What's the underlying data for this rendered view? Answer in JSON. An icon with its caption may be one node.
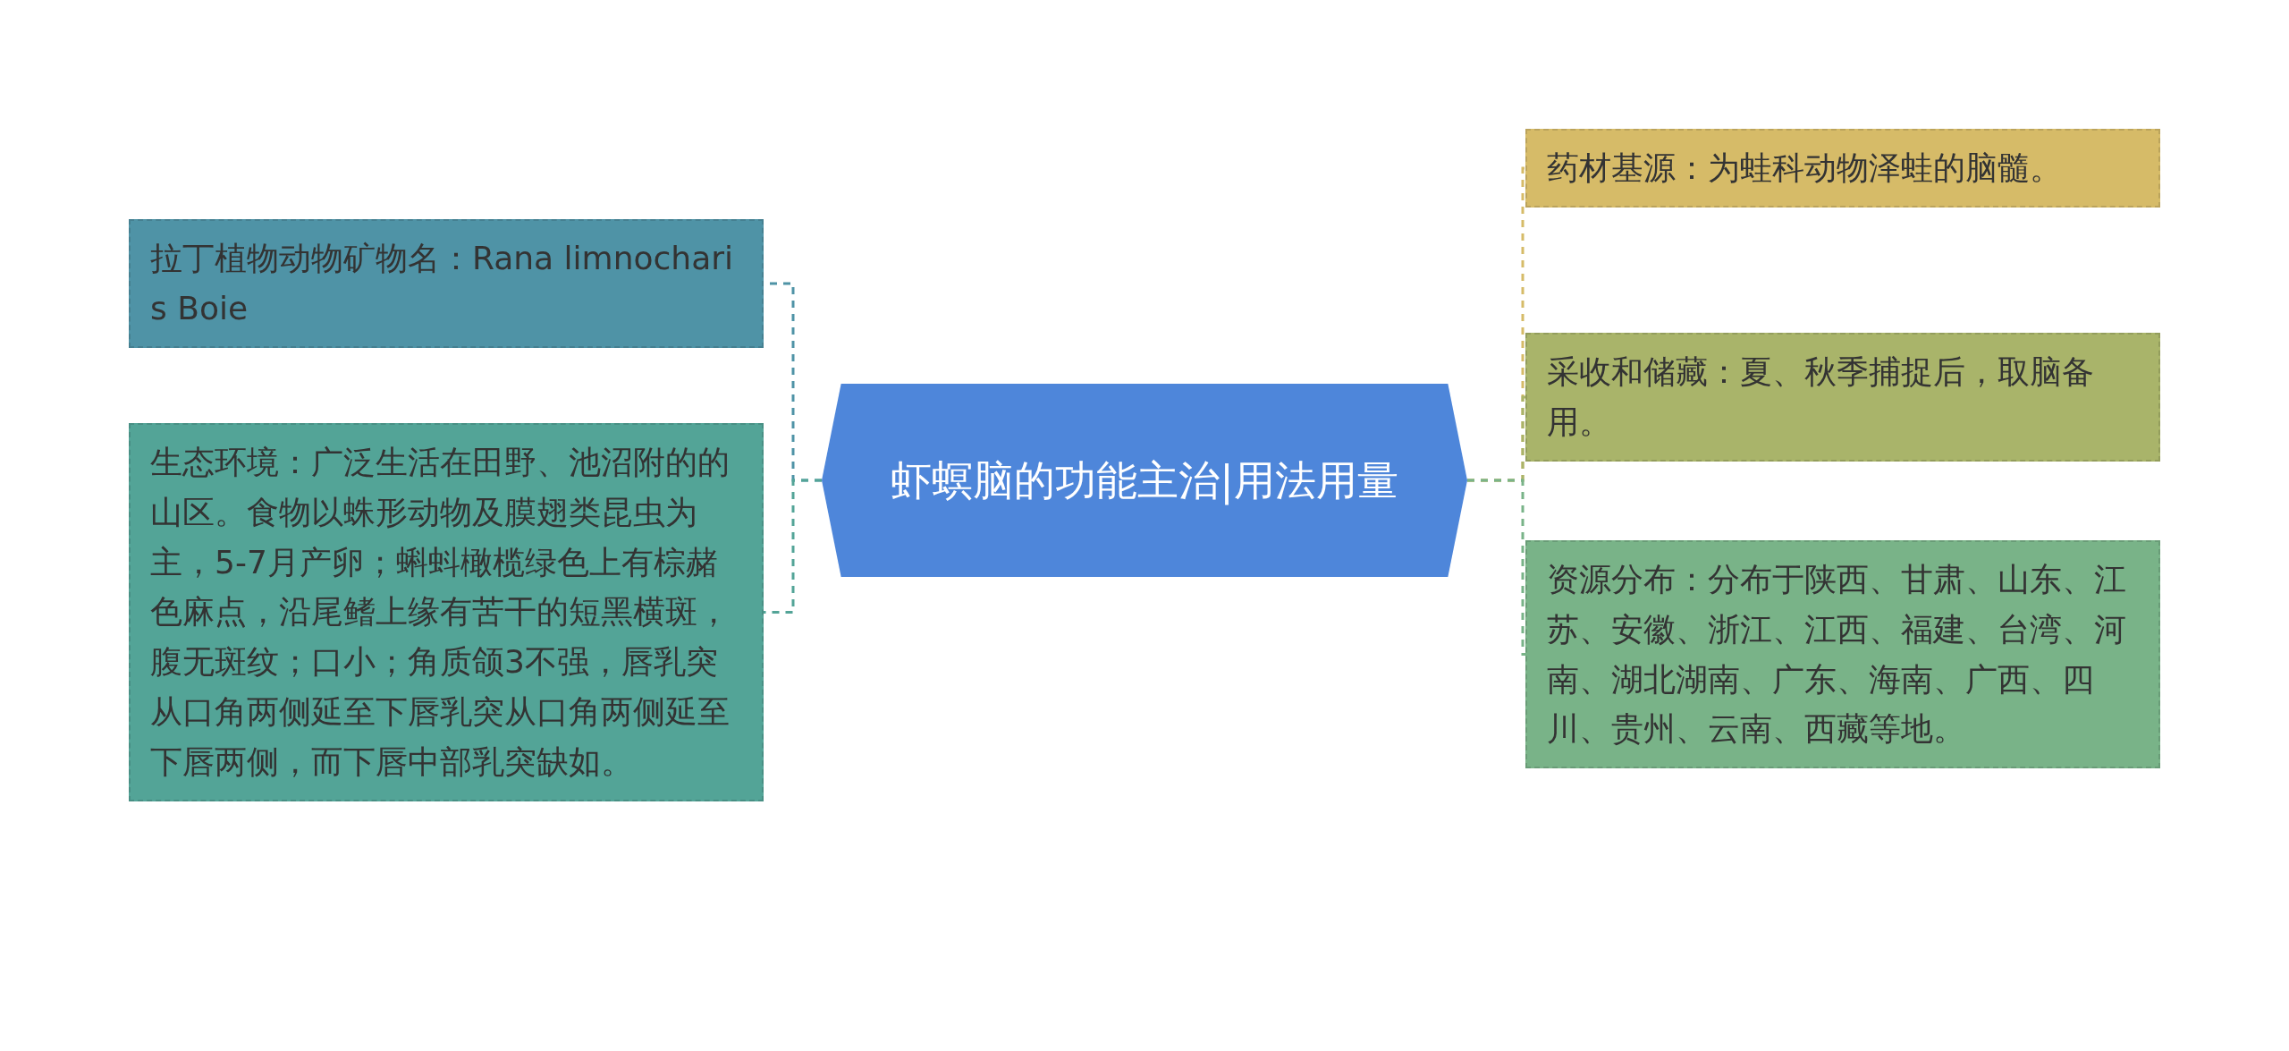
{
  "diagram": {
    "nodes": [
      {
        "text": [
          "虾螟脑的功能主治|用法用量"
        ]
      },
      {
        "text": [
          "拉丁植物动物矿物名：Rana limnocharis Boie"
        ]
      },
      {
        "text": [
          "生态环境：广泛生活在田野、池沼附的的山区。食物以蛛形动物及膜翅类昆虫为主，5-7月产卵；蝌蚪橄榄绿色上有棕赭色麻点，沿尾鳍上缘有苦干的短黑横斑，腹无斑纹；口小；角质颌3不强，唇乳突从口角两侧延至下唇乳突从口角两侧延至下唇两侧，而下唇中部乳突缺如。"
        ]
      },
      {
        "text": [
          "药材基源：为蛙科动物泽蛙的脑髓。"
        ]
      },
      {
        "text": [
          "采收和储藏：夏、秋季捕捉后，取脑备用。"
        ]
      },
      {
        "text": [
          "资源分布：分布于陕西、甘肃、山东、江苏、安徽、浙江、江西、福建、台湾、河南、湖北湖南、广东、海南、广西、四川、贵州、云南、西藏等地。"
        ]
      }
    ],
    "edges": [
      {
        "from": 0,
        "to": 1,
        "arrow": "none",
        "style": "dashed",
        "color": "#4f93a6"
      },
      {
        "from": 0,
        "to": 2,
        "arrow": "none",
        "style": "dashed",
        "color": "#53a497"
      },
      {
        "from": 0,
        "to": 3,
        "arrow": "none",
        "style": "dashed",
        "color": "#d6bb68"
      },
      {
        "from": 0,
        "to": 4,
        "arrow": "none",
        "style": "dashed",
        "color": "#a9b46a"
      },
      {
        "from": 0,
        "to": 5,
        "arrow": "none",
        "style": "dashed",
        "color": "#79b388"
      }
    ]
  }
}
